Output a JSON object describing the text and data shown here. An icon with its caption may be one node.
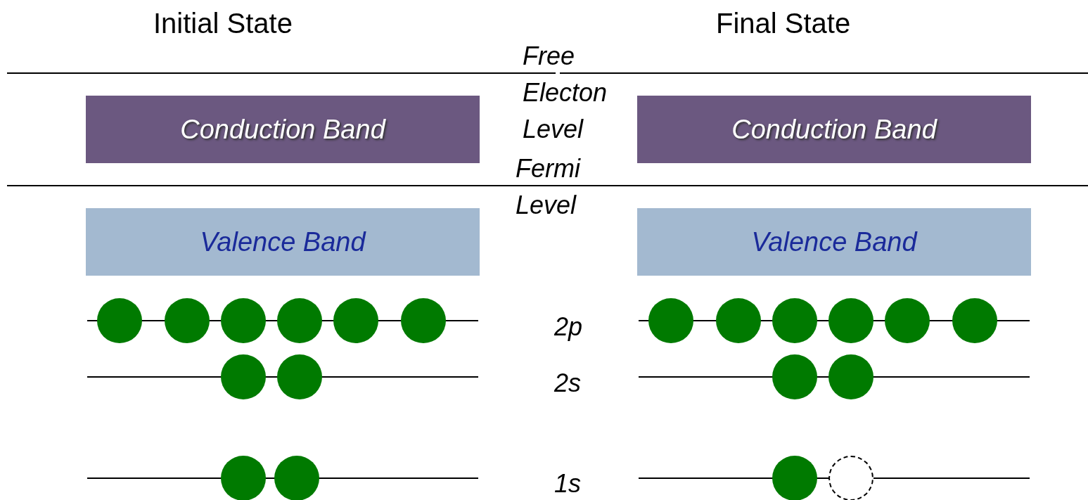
{
  "diagram": {
    "nodes": [
      {
        "text": [
          "Conduction Band"
        ]
      },
      {
        "text": [
          "Conduction Band"
        ]
      },
      {
        "text": [
          "Valence Band"
        ]
      },
      {
        "text": [
          "Valence Band"
        ]
      },
      {
        "text": [],
        "shape": "circle"
      },
      {
        "text": [],
        "shape": "circle"
      },
      {
        "text": [],
        "shape": "circle"
      },
      {
        "text": [],
        "shape": "circle"
      },
      {
        "text": [],
        "shape": "circle"
      },
      {
        "text": [],
        "shape": "circle"
      },
      {
        "text": [],
        "shape": "circle"
      },
      {
        "text": [],
        "shape": "circle"
      },
      {
        "text": [],
        "shape": "circle"
      },
      {
        "text": [],
        "shape": "circle"
      },
      {
        "text": [],
        "shape": "circle"
      },
      {
        "text": [],
        "shape": "circle"
      },
      {
        "text": [],
        "shape": "circle"
      },
      {
        "text": [],
        "shape": "circle"
      },
      {
        "text": [],
        "shape": "circle"
      },
      {
        "text": [],
        "shape": "circle"
      },
      {
        "text": [],
        "shape": "circle"
      },
      {
        "text": [],
        "shape": "circle"
      },
      {
        "text": [],
        "shape": "circle"
      },
      {
        "text": [],
        "shape": "circle"
      }
    ],
    "labels": [
      "Initial State",
      "Final State",
      "Free Electon Level",
      "Fermi Level",
      "2p",
      "2s",
      "1s"
    ]
  }
}
